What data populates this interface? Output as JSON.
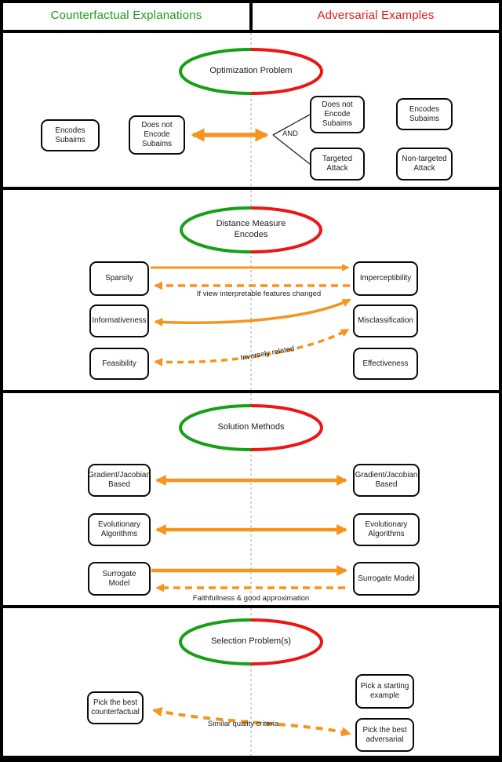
{
  "header": {
    "left": "Counterfactual Explanations",
    "right": "Adversarial Examples"
  },
  "colors": {
    "green": "#16a016",
    "red": "#ee1515",
    "orange": "#f7941d",
    "border": "#000000"
  },
  "sections": [
    {
      "title": "Optimization Problem",
      "nodes": {
        "ce_encodes": "Encodes Subaims",
        "ce_not_encode": "Does not Encode Subaims",
        "ae_not_encode": "Does not Encode Subaims",
        "ae_targeted": "Targeted Attack",
        "ae_encodes": "Encodes Subaims",
        "ae_nontargeted": "Non-targeted Attack"
      },
      "junction_label": "AND"
    },
    {
      "title": "Distance Measure Encodes",
      "nodes": {
        "ce_sparsity": "Sparsity",
        "ce_informativeness": "Informativeness",
        "ce_feasibility": "Feasibility",
        "ae_imperceptibility": "Imperceptibility",
        "ae_misclassification": "Misclassification",
        "ae_effectiveness": "Effectiveness"
      },
      "edge_labels": {
        "interpretable": "If view interpretable features changed",
        "inverse": "Inversely related"
      }
    },
    {
      "title": "Solution Methods",
      "nodes": {
        "ce_gradient": "Gradient/Jacobian Based",
        "ce_evolutionary": "Evolutionary Algorithms",
        "ce_surrogate": "Surrogate Model",
        "ae_gradient": "Gradient/Jacobian Based",
        "ae_evolutionary": "Evolutionary Algorithms",
        "ae_surrogate": "Surrogate Model"
      },
      "edge_labels": {
        "faithfulness": "Faithfullness & good approximation"
      }
    },
    {
      "title": "Selection Problem(s)",
      "nodes": {
        "ce_pick_best": "Pick the best counterfactual",
        "ae_starting": "Pick a starting example",
        "ae_pick_best": "Pick the best adversarial"
      },
      "edge_labels": {
        "similar": "Similar quality criteria"
      }
    }
  ]
}
